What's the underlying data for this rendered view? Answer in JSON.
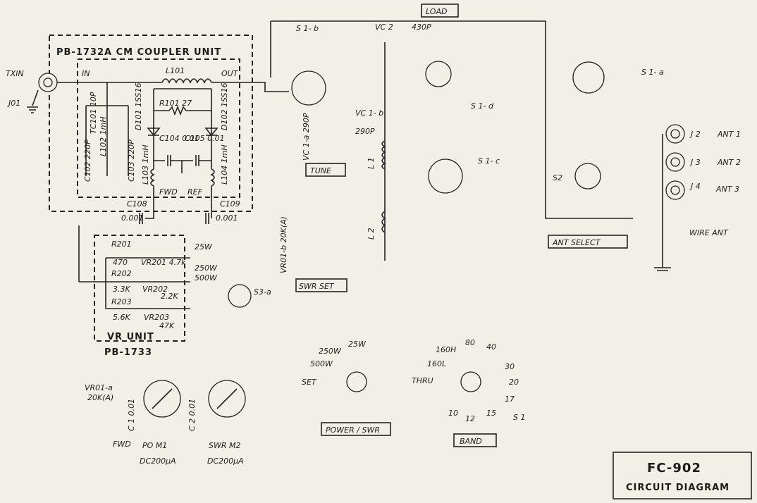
{
  "title_block": {
    "model": "FC-902",
    "subtitle": "CIRCUIT DIAGRAM"
  },
  "coupler": {
    "title": "PB-1732A CM COUPLER UNIT",
    "in": "IN",
    "out": "OUT",
    "fwd": "FWD",
    "ref": "REF",
    "l101": "L101",
    "r101": "R101  27",
    "c101": "TC101 10P",
    "c102": "C102 220P",
    "c103": "C103 220P",
    "l102": "L102 1mH",
    "d101": "D101 1SS16",
    "d102": "D102 1SS16",
    "c104": "C104 0.01",
    "c105": "C105 0.01",
    "l103": "L103 1mH",
    "l104": "L104 1mH",
    "c108": "C108",
    "c108_val": "0.001",
    "c109": "C109",
    "c109_val": "0.001"
  },
  "input": {
    "txin": "TXIN",
    "j01": "J01"
  },
  "vr_unit": {
    "title": "VR UNIT",
    "board": "PB-1733",
    "r201": "R201",
    "r201_val": "470",
    "vr201": "VR201 4.7k",
    "r202": "R202",
    "r202_val": "3.3K",
    "vr202": "VR202",
    "vr202_val": "2.2K",
    "r203": "R203",
    "r203_val": "5.6K",
    "vr203": "VR203",
    "vr203_val": "47K",
    "p25": "25W",
    "p250": "250W",
    "p500": "500W",
    "s3a": "S3-a"
  },
  "vr01b": "VR01-b 20K(A)",
  "swr_set": "SWR SET",
  "vr01a": {
    "name": "VR01-a",
    "val": "20K(A)"
  },
  "meters": {
    "c1": "C 1 0.01",
    "c2": "C 2 0.01",
    "fwd": "FWD",
    "m1": "PO M1",
    "m1_spec": "DC200µA",
    "m2": "SWR M2",
    "m2_spec": "DC200µA"
  },
  "tuner": {
    "s1b": "S 1- b",
    "load": "LOAD",
    "vc2": "VC 2",
    "vc2_val": "430P",
    "s1a": "S 1- a",
    "s1d": "S 1- d",
    "s1c": "S 1- c",
    "vc1b": "VC 1- b",
    "vc1b_val": "290P",
    "vc1a": "VC 1-a 290P",
    "tune": "TUNE",
    "l1": "L 1",
    "l2": "L 2"
  },
  "ant": {
    "j2": "J 2",
    "ant1": "ANT 1",
    "j3": "J 3",
    "ant2": "ANT 2",
    "j4": "J 4",
    "ant3": "ANT 3",
    "s2": "S2",
    "wire": "WIRE ANT",
    "select": "ANT SELECT"
  },
  "power_swr": {
    "label": "POWER / SWR",
    "p25": "25W",
    "p250": "250W",
    "p500": "500W",
    "set": "SET"
  },
  "band": {
    "label": "BAND",
    "s1": "S 1",
    "b160h": "160H",
    "b80": "80",
    "b40": "40",
    "b160l": "160L",
    "b30": "30",
    "thru": "THRU",
    "b20": "20",
    "b17": "17",
    "b10": "10",
    "b12": "12",
    "b15": "15"
  }
}
